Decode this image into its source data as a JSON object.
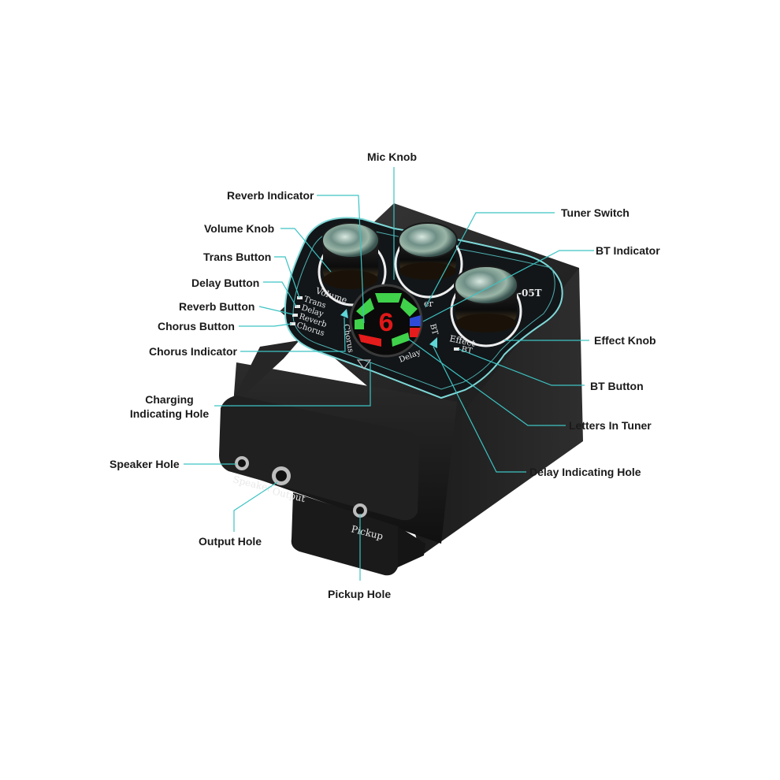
{
  "colors": {
    "leader": "#3ec3c3",
    "body_dark": "#1c1c1c",
    "panel": "#14181a",
    "panel_outline": "#7fd8d8",
    "tuner_digit": "#e01818",
    "seg_green": "#3fd24a",
    "seg_blue": "#2e4bd8",
    "seg_red": "#e41c1c",
    "print_white": "#e8e8e8"
  },
  "labels": {
    "mic_knob": "Mic Knob",
    "reverb_indicator": "Reverb Indicator",
    "tuner_switch": "Tuner Switch",
    "volume_knob": "Volume Knob",
    "bt_indicator": "BT Indicator",
    "trans_button": "Trans Button",
    "delay_button": "Delay Button",
    "reverb_button": "Reverb Button",
    "chorus_button": "Chorus Button",
    "chorus_indicator": "Chorus Indicator",
    "effect_knob": "Effect Knob",
    "bt_button": "BT Button",
    "charging_hole_line1": "Charging",
    "charging_hole_line2": "Indicating Hole",
    "letters_in_tuner": "Letters In Tuner",
    "delay_indicating_hole": "Delay Indicating Hole",
    "speaker_hole": "Speaker Hole",
    "output_hole": "Output Hole",
    "pickup_hole": "Pickup Hole"
  },
  "device_print": {
    "volume": "Volume",
    "effect": "Effect",
    "bt": "BT",
    "trans": "Trans",
    "delay": "Delay",
    "reverb": "Reverb",
    "chorus": "Chorus",
    "chorus_side": "Chorus",
    "delay_side": "Delay",
    "bt_side": "BT",
    "tuner_abbrev": "er",
    "model": "-05T",
    "tuner_digit": "6",
    "speaker": "Speaker",
    "output": "Output",
    "pickup": "Pickup"
  }
}
